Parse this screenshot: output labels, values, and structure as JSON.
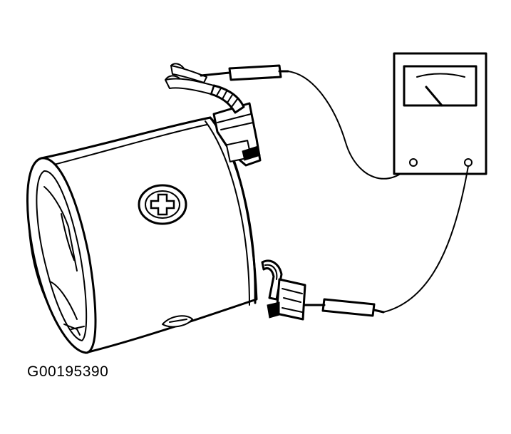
{
  "figure": {
    "id_label": "G00195390"
  },
  "colors": {
    "ink": "#000000",
    "paper": "#ffffff"
  },
  "components": [
    {
      "name": "motor-housing",
      "icon": "cylinder-housing"
    },
    {
      "name": "phillips-screw",
      "icon": "phillips-screw-icon"
    },
    {
      "name": "ohmmeter",
      "icon": "analog-meter-icon"
    },
    {
      "name": "test-probe",
      "icon": "probe-icon"
    },
    {
      "name": "connector-terminal",
      "icon": "terminal-icon"
    }
  ]
}
